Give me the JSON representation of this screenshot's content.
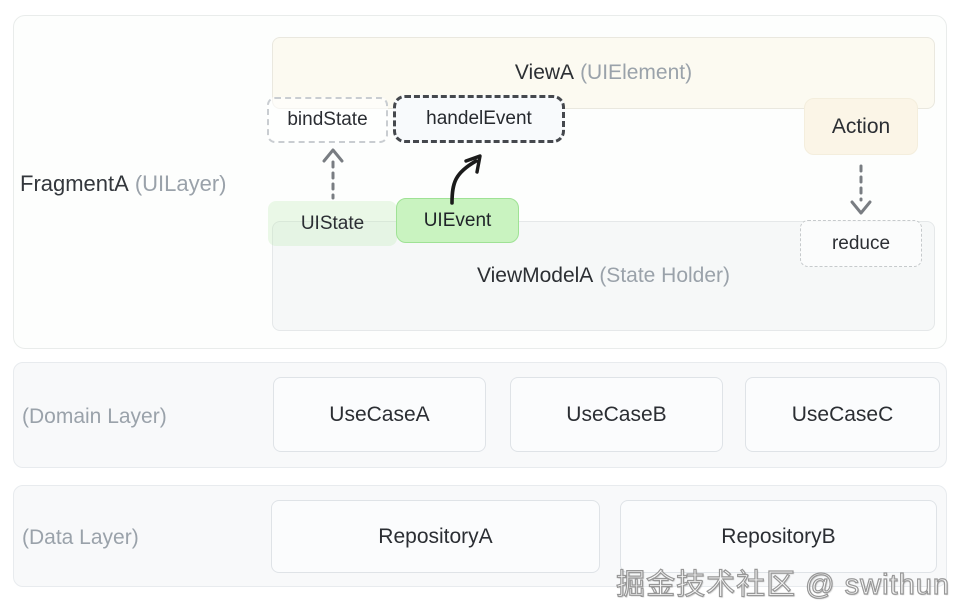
{
  "diagram": {
    "ui_layer": {
      "container_label": "FragmentA",
      "container_sublabel": "(UILayer)",
      "view": {
        "label": "ViewA",
        "sublabel": "(UIElement)"
      },
      "bind_state_label": "bindState",
      "handle_event_label": "handelEvent",
      "action_label": "Action",
      "ui_state_label": "UIState",
      "ui_event_label": "UIEvent",
      "reduce_label": "reduce",
      "view_model": {
        "label": "ViewModelA",
        "sublabel": "(State Holder)"
      },
      "flows": [
        {
          "from": "UIState",
          "to": "bindState",
          "style": "dashed-up"
        },
        {
          "from": "UIEvent",
          "to": "handelEvent",
          "style": "solid-curved"
        },
        {
          "from": "Action",
          "to": "reduce",
          "style": "dashed-down"
        }
      ]
    },
    "domain_layer": {
      "label": "(Domain Layer)",
      "use_cases": [
        "UseCaseA",
        "UseCaseB",
        "UseCaseC"
      ]
    },
    "data_layer": {
      "label": "(Data Layer)",
      "repositories": [
        "RepositoryA",
        "RepositoryB"
      ]
    }
  },
  "watermark": "掘金技术社区 @ swithun",
  "colors": {
    "ui_event_fill": "#c9f3c0",
    "ui_event_border": "#9fe295",
    "ui_state_tint": "rgba(186,233,175,0.28)",
    "action_fill": "#fbf5e7",
    "view_fill": "#fcfaf1",
    "view_model_fill": "#f6f8f8",
    "layer_fill": "#f8f9fa",
    "card_fill": "#fbfcfd",
    "primary_text": "#2c2f33",
    "secondary_text": "#9aa2aa",
    "arrow_gray": "#797d82",
    "arrow_black": "#1b1b1b"
  }
}
